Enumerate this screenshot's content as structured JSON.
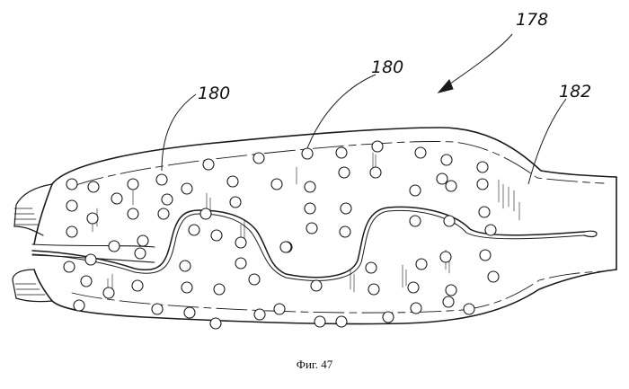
{
  "figure": {
    "caption": "Фиг. 47",
    "labels": {
      "assembly": "178",
      "hole_left": "180",
      "hole_top": "180",
      "neck": "182"
    },
    "line_color": "#1a1a1a"
  }
}
